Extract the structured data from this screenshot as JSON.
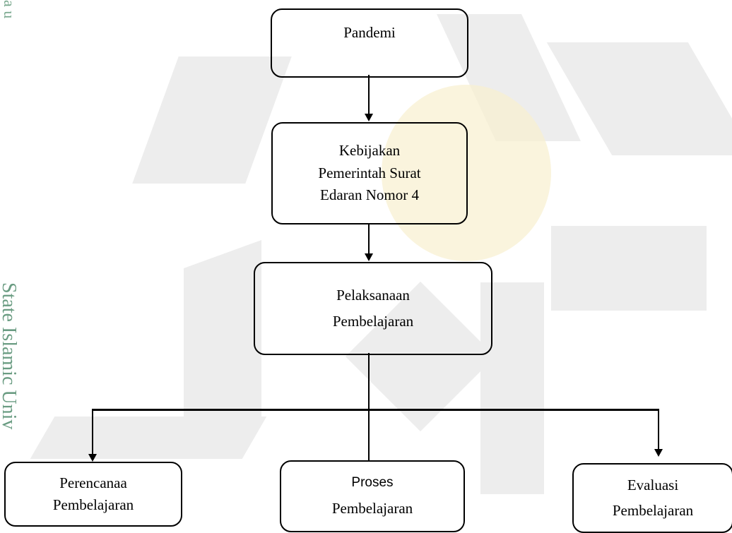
{
  "watermark": {
    "side_text_top": "a u",
    "side_text": "State Islamic Univ",
    "color": "#ededed",
    "accent_color": "#f8efcf"
  },
  "diagram": {
    "nodes": {
      "pandemi": "Pandemi",
      "kebijakan": [
        "Kebijakan",
        "Pemerintah Surat",
        "Edaran Nomor 4"
      ],
      "pelaksanaan": [
        "Pelaksanaan",
        "Pembelajaran"
      ],
      "perencanaan": [
        "Perencanaa",
        "Pembelajaran"
      ],
      "proses": [
        "Proses",
        "Pembelajaran"
      ],
      "evaluasi": [
        "Evaluasi",
        "Pembelajaran"
      ]
    }
  }
}
